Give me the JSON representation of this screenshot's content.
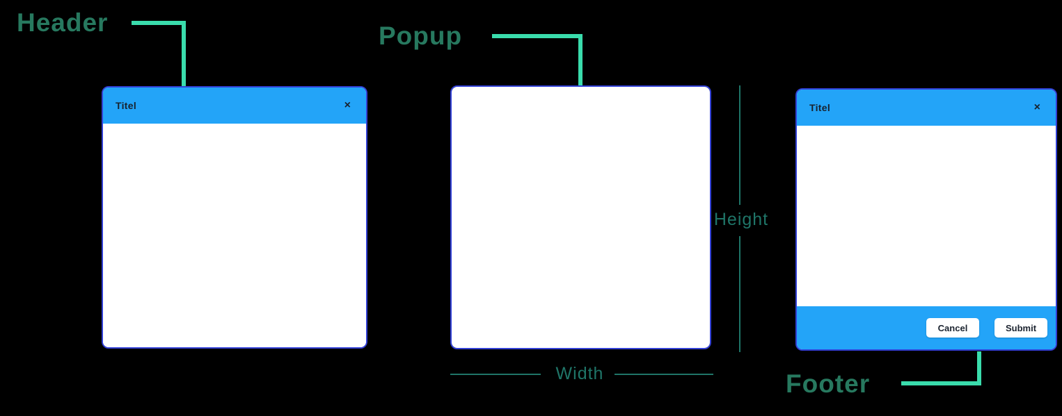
{
  "labels": {
    "header": "Header",
    "popup": "Popup",
    "footer": "Footer",
    "height": "Height",
    "width": "Width"
  },
  "dialog_left": {
    "title": "Titel",
    "close": "×"
  },
  "dialog_right": {
    "title": "Titel",
    "close": "×",
    "cancel": "Cancel",
    "submit": "Submit"
  },
  "colors": {
    "background": "#000000",
    "titlebar_blue": "#23a4f8",
    "dialog_border": "#3240d6",
    "connector_mint": "#3adcac",
    "label_green": "#27795f",
    "dimension_teal": "#1f7568"
  }
}
